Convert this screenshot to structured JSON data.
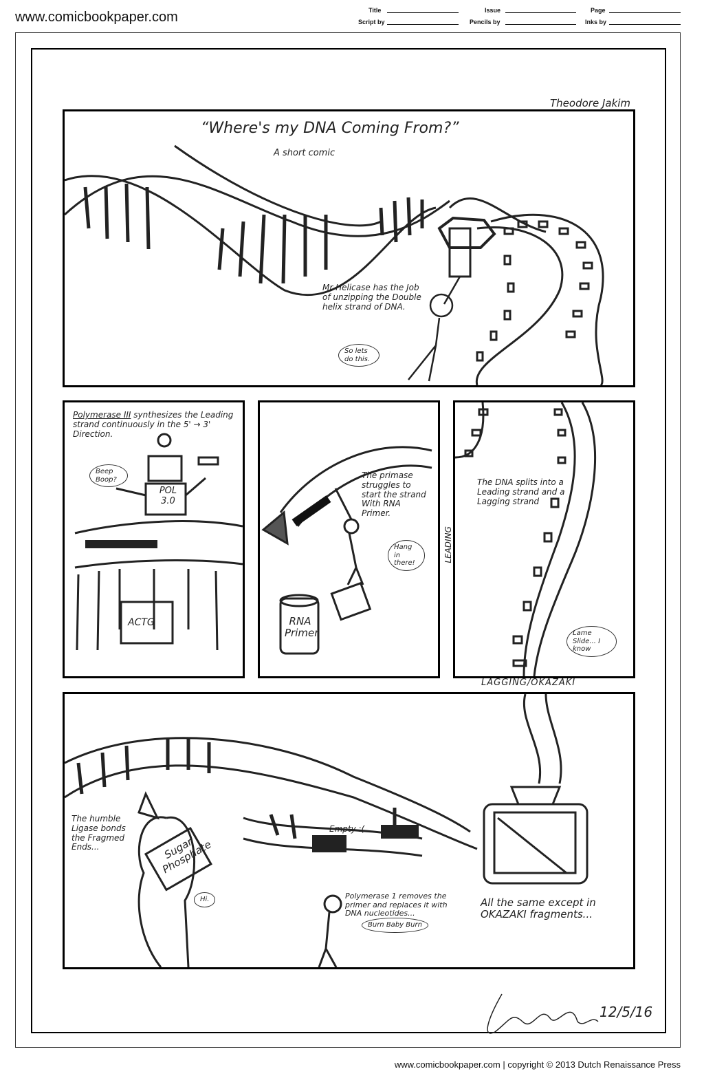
{
  "header": {
    "site": "www.comicbookpaper.com",
    "fields": {
      "title": "Title",
      "issue": "Issue",
      "page": "Page",
      "script_by": "Script by",
      "pencils_by": "Pencils by",
      "inks_by": "Inks by"
    }
  },
  "author": "Theodore Jakim",
  "panel1": {
    "title": "“Where's my DNA Coming From?”",
    "subtitle": "A short comic",
    "caption": "Mr Helicase has the Job of unzipping the Double helix strand of DNA.",
    "bubble": "So lets do this."
  },
  "panel2": {
    "caption_strong": "Polymerase III",
    "caption": "synthesizes the Leading strand continuously in the 5' → 3' Direction.",
    "bubble": "Beep Boop?",
    "robot_label": "POL 3.0",
    "box_label": "ACTG"
  },
  "panel3": {
    "caption": "The primase struggles to start the strand With RNA Primer.",
    "bubble": "Hang in there!",
    "bucket_label": "RNA Primer",
    "side_label": "LEADING"
  },
  "panel4": {
    "caption": "The DNA splits into a Leading strand and a Lagging strand",
    "bubble": "Lame Slide... I know",
    "bottom_label": "LAGGING/OKAZAKI"
  },
  "panel5": {
    "ligase_caption": "The humble Ligase bonds the Fragmed Ends...",
    "bottle_label": "Sugar Phosphate",
    "hi_bubble": "Hi.",
    "empty_label": "Empty :(",
    "pol1_caption": "Polymerase 1 removes the primer and replaces it with DNA nucleotides...",
    "burn_bubble": "Burn Baby Burn",
    "okazaki_caption": "All the same except in OKAZAKI fragments..."
  },
  "signature": {
    "date": "12/5/16",
    "name": "signature"
  },
  "footer": "www.comicbookpaper.com | copyright © 2013 Dutch Renaissance Press"
}
